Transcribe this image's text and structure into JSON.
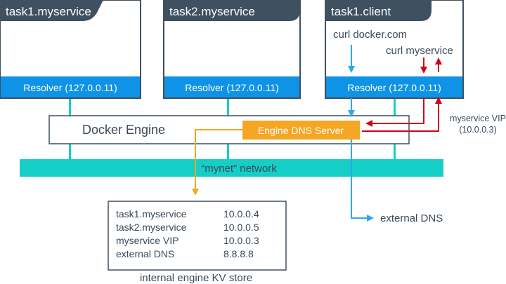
{
  "colors": {
    "dark": "#3f5060",
    "blue": "#0f93e7",
    "teal": "#15cfc7",
    "orange": "#f5a623",
    "red": "#d0021b",
    "arrow_blue": "#29a9ee",
    "text": "#3a4a58",
    "white": "#ffffff"
  },
  "containers": [
    {
      "title": "task1.myservice",
      "resolver": "Resolver (127.0.0.11)"
    },
    {
      "title": "task2.myservice",
      "resolver": "Resolver (127.0.0.11)"
    },
    {
      "title": "task1.client",
      "resolver": "Resolver (127.0.0.11)"
    }
  ],
  "client": {
    "curl_docker": "curl docker.com",
    "curl_myservice": "curl myservice"
  },
  "engine": {
    "label": "Docker Engine",
    "dns_server": "Engine DNS Server"
  },
  "vip": {
    "line1": "myservice VIP",
    "line2": "(10.0.0.3)"
  },
  "network": {
    "label": "“mynet” network"
  },
  "external_dns": "external DNS",
  "kv_store": {
    "caption": "internal engine KV store",
    "rows": [
      {
        "name": "task1.myservice",
        "ip": "10.0.0.4"
      },
      {
        "name": "task2.myservice",
        "ip": "10.0.0.5"
      },
      {
        "name": "myservice VIP",
        "ip": "10.0.0.3"
      },
      {
        "name": "external DNS",
        "ip": "8.8.8.8"
      }
    ]
  }
}
